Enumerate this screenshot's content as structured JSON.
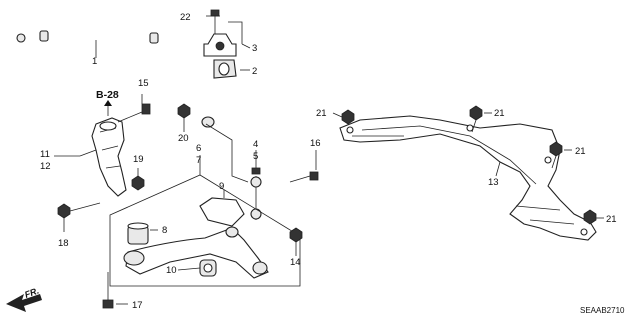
{
  "diagram": {
    "callouts": {
      "c1": "1",
      "c2": "2",
      "c3": "3",
      "c4": "4",
      "c5": "5",
      "c6": "6",
      "c7": "7",
      "c8": "8",
      "c9": "9",
      "c10": "10",
      "c11": "11",
      "c12": "12",
      "c13": "13",
      "c14": "14",
      "c15": "15",
      "c16": "16",
      "c17": "17",
      "c18": "18",
      "c19": "19",
      "c20": "20",
      "c21a": "21",
      "c21b": "21",
      "c21c": "21",
      "c21d": "21",
      "c22": "22"
    },
    "reference": "B-28",
    "front_marker": "FR.",
    "diagram_code": "SEAAB2710"
  }
}
